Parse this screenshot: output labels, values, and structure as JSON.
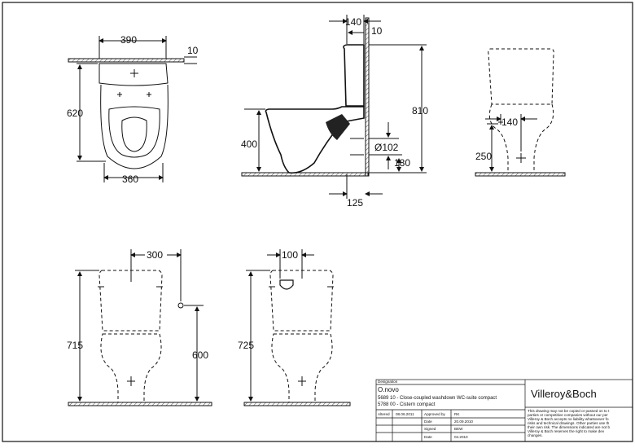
{
  "dimensions": {
    "top_width": "390",
    "top_rim": "10",
    "top_depth": "620",
    "top_base_width": "360",
    "side_cistern_depth": "140",
    "side_cistern_offset": "10",
    "side_total_height": "810",
    "side_bowl_height": "400",
    "side_outlet_diameter": "Ø102",
    "side_outlet_height": "180",
    "side_outlet_distance": "125",
    "back_inlet_offset": "140",
    "back_inlet_height": "250",
    "front_inlet_offset": "300",
    "front_total_height": "715",
    "front_inlet_height": "600",
    "front2_button_width": "100",
    "front2_total_height": "725"
  },
  "title_block": {
    "designation_label": "Designation",
    "product_name": "O.novo",
    "line1": "5689 10 - Close-coupled washdown WC-suite compact",
    "line2": "5788 00 - Cistern compact",
    "brand": "Villeroy&Boch",
    "altered_label": "Altered",
    "altered_date": "08.06.2011",
    "approved_label": "Approved by",
    "approved_value": "RK",
    "date_label": "Date",
    "date_value": "20.09.2010",
    "signed_label": "Signed",
    "signed_value": "BEW",
    "date2_label": "Date",
    "date2_value": "04.2010",
    "disclaimer": [
      "This drawing may not be copied or passed on to t",
      "parties or competitive companies without our per",
      "Villeroy & Boch accepts no liability whatsoever fo",
      "risks and technical drawings. Other parties use th",
      "their own risk. The dimensions indicated are not b",
      "Villeroy & Boch reserves the right to make dev",
      "changes."
    ]
  }
}
